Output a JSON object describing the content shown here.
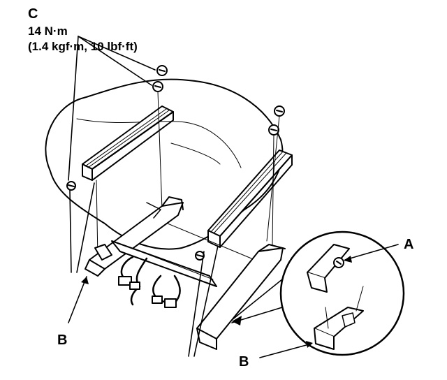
{
  "torque": {
    "callout": "C",
    "value": "14 N·m",
    "alt_units": "(1.4 kgf·m, 10 lbf·ft)"
  },
  "callouts": {
    "a": "A",
    "b_left": "B",
    "b_right": "B"
  },
  "colors": {
    "ink": "#000000",
    "paper": "#ffffff"
  }
}
